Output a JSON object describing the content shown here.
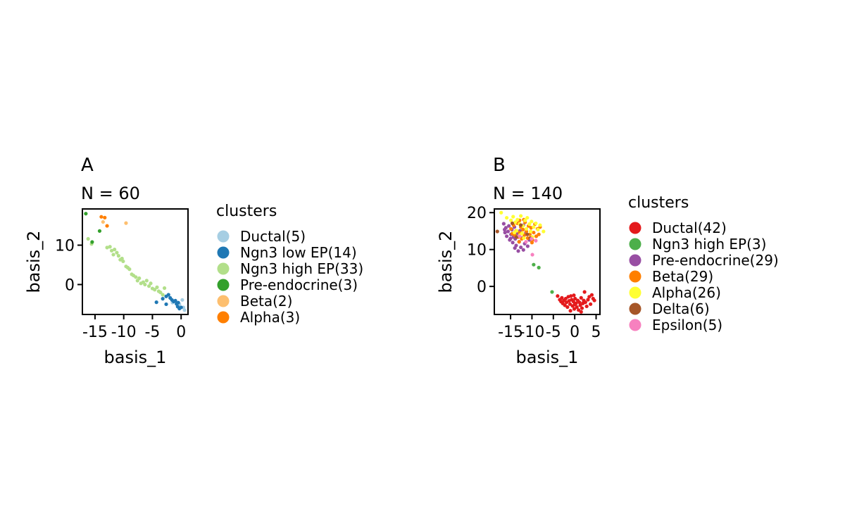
{
  "chart_data": [
    {
      "type": "scatter",
      "panel_label": "A",
      "subtitle": "N = 60",
      "xlabel": "basis_1",
      "ylabel": "basis_2",
      "xlim": [
        -17.2,
        1.2
      ],
      "ylim": [
        -7.6,
        19.2
      ],
      "xticks": [
        -15,
        -10,
        -5,
        0
      ],
      "xtick_labels": [
        "-15",
        "-10",
        "-5",
        "0"
      ],
      "yticks": [
        0,
        10
      ],
      "ytick_labels": [
        "0",
        "10"
      ],
      "legend_title": "clusters",
      "legend_position": "right",
      "series": [
        {
          "name": "Ductal(5)",
          "color": "#A6CEE3",
          "points": [
            [
              -1.5,
              -4.6
            ],
            [
              0.2,
              -3.9
            ],
            [
              0.4,
              -5.8
            ],
            [
              0.6,
              -6.5
            ],
            [
              -0.3,
              -5.0
            ]
          ]
        },
        {
          "name": "Ngn3 low EP(14)",
          "color": "#1F78B4",
          "points": [
            [
              -4.3,
              -4.5
            ],
            [
              -3.2,
              -3.6
            ],
            [
              -2.6,
              -3.0
            ],
            [
              -2.2,
              -2.6
            ],
            [
              -1.9,
              -3.4
            ],
            [
              -1.6,
              -3.9
            ],
            [
              -1.3,
              -4.3
            ],
            [
              -1.0,
              -4.1
            ],
            [
              -0.8,
              -4.9
            ],
            [
              -0.6,
              -5.6
            ],
            [
              -0.3,
              -6.1
            ],
            [
              0.0,
              -5.8
            ],
            [
              -0.5,
              -4.6
            ],
            [
              -2.6,
              -5.0
            ]
          ]
        },
        {
          "name": "Ngn3 high EP(33)",
          "color": "#B2DF8A",
          "points": [
            [
              -16.2,
              11.6
            ],
            [
              -15.6,
              10.3
            ],
            [
              -12.9,
              9.4
            ],
            [
              -12.4,
              9.6
            ],
            [
              -12.1,
              8.6
            ],
            [
              -11.6,
              8.9
            ],
            [
              -11.2,
              8.1
            ],
            [
              -10.9,
              7.3
            ],
            [
              -10.6,
              6.3
            ],
            [
              -10.3,
              6.6
            ],
            [
              -10.1,
              5.9
            ],
            [
              -9.6,
              4.6
            ],
            [
              -9.3,
              4.3
            ],
            [
              -9.0,
              3.9
            ],
            [
              -8.6,
              2.6
            ],
            [
              -8.3,
              2.3
            ],
            [
              -7.9,
              1.9
            ],
            [
              -7.6,
              1.0
            ],
            [
              -7.3,
              1.6
            ],
            [
              -7.0,
              0.3
            ],
            [
              -6.6,
              0.6
            ],
            [
              -6.3,
              0.0
            ],
            [
              -6.0,
              1.0
            ],
            [
              -5.6,
              -0.4
            ],
            [
              -5.3,
              0.3
            ],
            [
              -5.0,
              -1.0
            ],
            [
              -4.6,
              -1.3
            ],
            [
              -4.2,
              -0.7
            ],
            [
              -3.9,
              -1.7
            ],
            [
              -3.6,
              -2.0
            ],
            [
              -3.2,
              -2.6
            ],
            [
              -2.9,
              -0.9
            ],
            [
              -11.8,
              7.6
            ]
          ]
        },
        {
          "name": "Pre-endocrine(3)",
          "color": "#33A02C",
          "points": [
            [
              -16.6,
              18.0
            ],
            [
              -14.2,
              13.6
            ],
            [
              -15.5,
              10.8
            ]
          ]
        },
        {
          "name": "Beta(2)",
          "color": "#FDBF6F",
          "points": [
            [
              -9.6,
              15.6
            ],
            [
              -13.6,
              15.9
            ]
          ]
        },
        {
          "name": "Alpha(3)",
          "color": "#FF7F00",
          "points": [
            [
              -13.9,
              17.2
            ],
            [
              -13.3,
              17.0
            ],
            [
              -12.9,
              14.9
            ]
          ]
        }
      ]
    },
    {
      "type": "scatter",
      "panel_label": "B",
      "subtitle": "N = 140",
      "xlabel": "basis_1",
      "ylabel": "basis_2",
      "xlim": [
        -18.8,
        5.9
      ],
      "ylim": [
        -7.6,
        21.0
      ],
      "xticks": [
        -15,
        -10,
        -5,
        0,
        5
      ],
      "xtick_labels": [
        "-15",
        "-10",
        "-5",
        "0",
        "5"
      ],
      "yticks": [
        0,
        10,
        20
      ],
      "ytick_labels": [
        "0",
        "10",
        "20"
      ],
      "legend_title": "clusters",
      "legend_position": "right",
      "series": [
        {
          "name": "Ductal(42)",
          "color": "#E41A1C",
          "points": [
            [
              -4.0,
              -2.6
            ],
            [
              -3.5,
              -3.6
            ],
            [
              -3.2,
              -4.1
            ],
            [
              -3.0,
              -3.1
            ],
            [
              -2.8,
              -4.6
            ],
            [
              -2.5,
              -3.8
            ],
            [
              -2.3,
              -5.1
            ],
            [
              -2.1,
              -3.3
            ],
            [
              -1.9,
              -4.3
            ],
            [
              -1.7,
              -5.6
            ],
            [
              -1.5,
              -2.8
            ],
            [
              -1.3,
              -3.9
            ],
            [
              -1.1,
              -4.8
            ],
            [
              -0.9,
              -2.6
            ],
            [
              -0.7,
              -3.6
            ],
            [
              -0.5,
              -5.3
            ],
            [
              -0.3,
              -4.1
            ],
            [
              -0.1,
              -6.1
            ],
            [
              0.1,
              -3.3
            ],
            [
              0.3,
              -4.6
            ],
            [
              0.5,
              -5.6
            ],
            [
              0.7,
              -3.8
            ],
            [
              0.9,
              -6.4
            ],
            [
              1.1,
              -4.3
            ],
            [
              1.3,
              -5.1
            ],
            [
              1.5,
              -3.1
            ],
            [
              1.7,
              -5.9
            ],
            [
              1.9,
              -4.6
            ],
            [
              2.1,
              -3.8
            ],
            [
              2.3,
              -1.5
            ],
            [
              2.5,
              -4.3
            ],
            [
              2.8,
              -5.4
            ],
            [
              3.1,
              -3.6
            ],
            [
              3.4,
              -2.8
            ],
            [
              3.7,
              -4.8
            ],
            [
              4.0,
              -2.3
            ],
            [
              4.3,
              -3.3
            ],
            [
              4.6,
              -3.8
            ],
            [
              0.0,
              -4.9
            ],
            [
              -1.0,
              -6.6
            ],
            [
              1.5,
              -6.9
            ],
            [
              -0.2,
              -2.4
            ]
          ]
        },
        {
          "name": "Ngn3 high EP(3)",
          "color": "#4DAF4A",
          "points": [
            [
              -9.6,
              5.9
            ],
            [
              -8.4,
              5.1
            ],
            [
              -5.3,
              -1.5
            ]
          ]
        },
        {
          "name": "Pre-endocrine(29)",
          "color": "#984EA3",
          "points": [
            [
              -16.6,
              17.0
            ],
            [
              -16.3,
              14.6
            ],
            [
              -16.1,
              15.9
            ],
            [
              -15.9,
              13.6
            ],
            [
              -15.6,
              14.9
            ],
            [
              -15.4,
              16.4
            ],
            [
              -15.2,
              12.6
            ],
            [
              -14.9,
              14.1
            ],
            [
              -14.7,
              15.4
            ],
            [
              -14.5,
              11.9
            ],
            [
              -14.3,
              13.4
            ],
            [
              -14.1,
              16.1
            ],
            [
              -13.9,
              12.9
            ],
            [
              -13.7,
              11.1
            ],
            [
              -13.5,
              14.4
            ],
            [
              -13.2,
              9.6
            ],
            [
              -13.0,
              12.1
            ],
            [
              -12.8,
              15.1
            ],
            [
              -12.6,
              10.6
            ],
            [
              -12.3,
              13.1
            ],
            [
              -12.0,
              9.9
            ],
            [
              -11.7,
              11.6
            ],
            [
              -11.4,
              14.6
            ],
            [
              -11.0,
              10.9
            ],
            [
              -10.6,
              12.6
            ],
            [
              -15.0,
              13.0
            ],
            [
              -16.4,
              15.4
            ],
            [
              -14.0,
              10.4
            ],
            [
              -12.0,
              16.6
            ]
          ]
        },
        {
          "name": "Beta(29)",
          "color": "#FF7F00",
          "points": [
            [
              -14.9,
              15.6
            ],
            [
              -14.6,
              14.3
            ],
            [
              -14.3,
              16.6
            ],
            [
              -14.0,
              13.9
            ],
            [
              -13.7,
              15.1
            ],
            [
              -13.4,
              17.1
            ],
            [
              -13.2,
              13.4
            ],
            [
              -12.9,
              14.6
            ],
            [
              -12.6,
              16.1
            ],
            [
              -12.4,
              12.9
            ],
            [
              -12.1,
              15.4
            ],
            [
              -11.8,
              13.9
            ],
            [
              -11.6,
              17.4
            ],
            [
              -11.3,
              14.9
            ],
            [
              -11.0,
              13.1
            ],
            [
              -10.8,
              16.4
            ],
            [
              -10.5,
              14.1
            ],
            [
              -10.2,
              15.9
            ],
            [
              -9.9,
              12.6
            ],
            [
              -9.6,
              14.6
            ],
            [
              -9.3,
              16.9
            ],
            [
              -9.0,
              13.6
            ],
            [
              -8.7,
              15.6
            ],
            [
              -8.4,
              14.1
            ],
            [
              -8.1,
              16.1
            ],
            [
              -13.0,
              12.1
            ],
            [
              -10.0,
              11.9
            ],
            [
              -11.9,
              18.1
            ],
            [
              -12.9,
              17.9
            ]
          ]
        },
        {
          "name": "Alpha(26)",
          "color": "#FFFF33",
          "points": [
            [
              -17.2,
              20.0
            ],
            [
              -15.9,
              18.6
            ],
            [
              -14.9,
              17.9
            ],
            [
              -14.4,
              18.9
            ],
            [
              -13.9,
              17.4
            ],
            [
              -13.4,
              18.1
            ],
            [
              -12.9,
              16.9
            ],
            [
              -12.6,
              19.1
            ],
            [
              -12.1,
              16.4
            ],
            [
              -11.6,
              17.9
            ],
            [
              -11.1,
              18.6
            ],
            [
              -10.6,
              16.9
            ],
            [
              -10.1,
              17.6
            ],
            [
              -9.6,
              16.1
            ],
            [
              -9.1,
              17.1
            ],
            [
              -8.6,
              15.4
            ],
            [
              -8.1,
              16.6
            ],
            [
              -7.3,
              14.9
            ],
            [
              -13.6,
              15.1
            ],
            [
              -12.3,
              14.4
            ],
            [
              -11.3,
              15.6
            ],
            [
              -10.3,
              14.9
            ],
            [
              -9.9,
              13.4
            ],
            [
              -11.9,
              13.1
            ],
            [
              -14.1,
              14.6
            ],
            [
              -12.8,
              13.9
            ]
          ]
        },
        {
          "name": "Delta(6)",
          "color": "#A65628",
          "points": [
            [
              -18.1,
              14.9
            ],
            [
              -13.6,
              13.4
            ],
            [
              -12.6,
              16.6
            ],
            [
              -11.1,
              14.1
            ],
            [
              -10.4,
              13.1
            ],
            [
              -14.6,
              17.1
            ]
          ]
        },
        {
          "name": "Epsilon(5)",
          "color": "#F781BF",
          "points": [
            [
              -9.9,
              8.6
            ],
            [
              -11.4,
              12.1
            ],
            [
              -10.1,
              12.9
            ],
            [
              -12.9,
              13.6
            ],
            [
              -9.1,
              12.4
            ]
          ]
        }
      ]
    }
  ]
}
